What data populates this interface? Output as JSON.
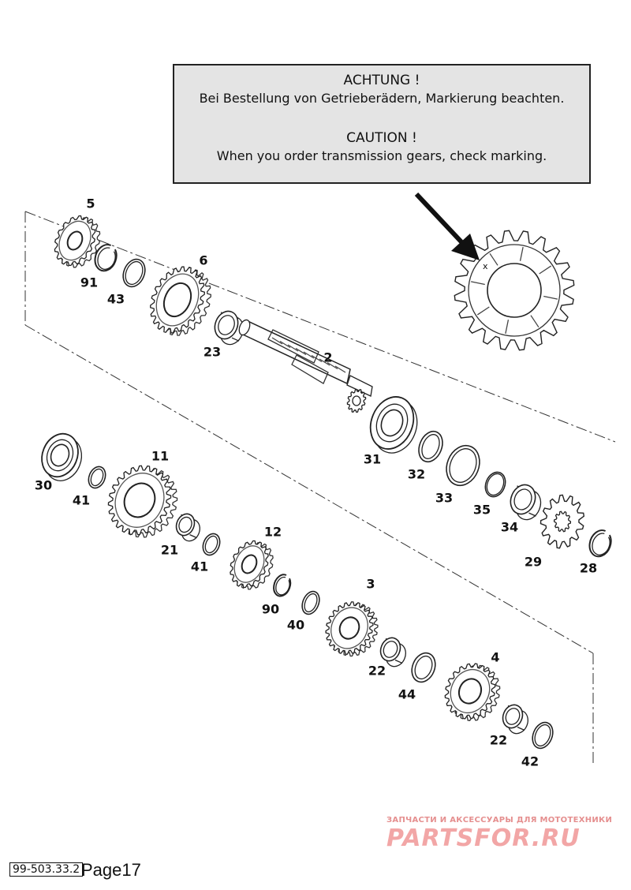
{
  "caution": {
    "de_title": "ACHTUNG !",
    "de_text": "Bei Bestellung von Getrieberädern, Markierung beachten.",
    "en_title": "CAUTION !",
    "en_text": "When you order transmission gears, check marking."
  },
  "labels": [
    "5",
    "91",
    "43",
    "6",
    "23",
    "2",
    "31",
    "32",
    "33",
    "35",
    "34",
    "29",
    "28",
    "30",
    "41",
    "11",
    "21",
    "41",
    "12",
    "90",
    "40",
    "3",
    "22",
    "44",
    "4",
    "22",
    "42"
  ],
  "footer": {
    "doc_code": "99-503.33.2",
    "page": "Page17"
  },
  "watermark": {
    "line1": "ЗАПЧАСТИ И АКСЕССУАРЫ ДЛЯ МОТОТЕХНИКИ",
    "line2": "PARTSFOR.RU"
  }
}
